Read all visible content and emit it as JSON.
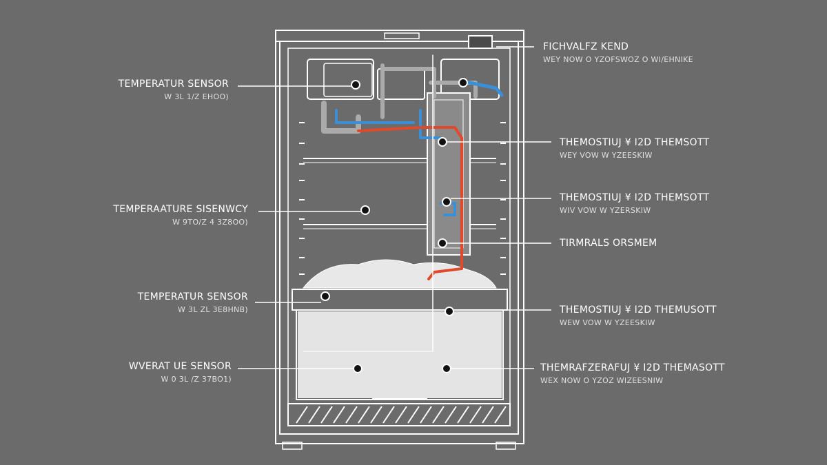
{
  "colors": {
    "background": "#6b6b6b",
    "line": "#ffffff",
    "cold_pipe": "#3a8fd6",
    "hot_pipe": "#e04a2a",
    "sensor": "#111111"
  },
  "labels": {
    "top_right": {
      "title": "FICHVALFZ KEND",
      "sub": "WEY NOW O YZOFSWOZ O WI/EHNIKE"
    },
    "left_1": {
      "title": "TEMPERATUR SENSOR",
      "sub": "W 3L 1/Z EHOO)"
    },
    "left_2": {
      "title": "TEMPERAATURE SISENWCY",
      "sub": "W 9TO/Z 4 3Z8OO)"
    },
    "left_3": {
      "title": "TEMPERATUR SENSOR",
      "sub": "W 3L ZL 3E8HNB)"
    },
    "left_4": {
      "title": "WVERAT UE SENSOR",
      "sub": "W 0 3L /Z 37BO1)"
    },
    "right_1": {
      "title": "THEMOSTIUJ ¥ I2D THEMSOTT",
      "sub": "WEY VOW W YZEESKIW"
    },
    "right_2": {
      "title": "THEMOSTIUJ ¥ I2D THEMSOTT",
      "sub": "WIV VOW W YZERSKIW"
    },
    "right_3": {
      "title": "TIRMRALS ORSMEM",
      "sub": ""
    },
    "right_4": {
      "title": "THEMOSTIUJ ¥ I2D THEMUSOTT",
      "sub": "WEW VOW W YZEESKIW"
    },
    "right_5": {
      "title": "THEMRAFZERAFUJ ¥ I2D THEMASOTT",
      "sub": "WEX NOW O YZOZ WIZEESNIW"
    }
  }
}
